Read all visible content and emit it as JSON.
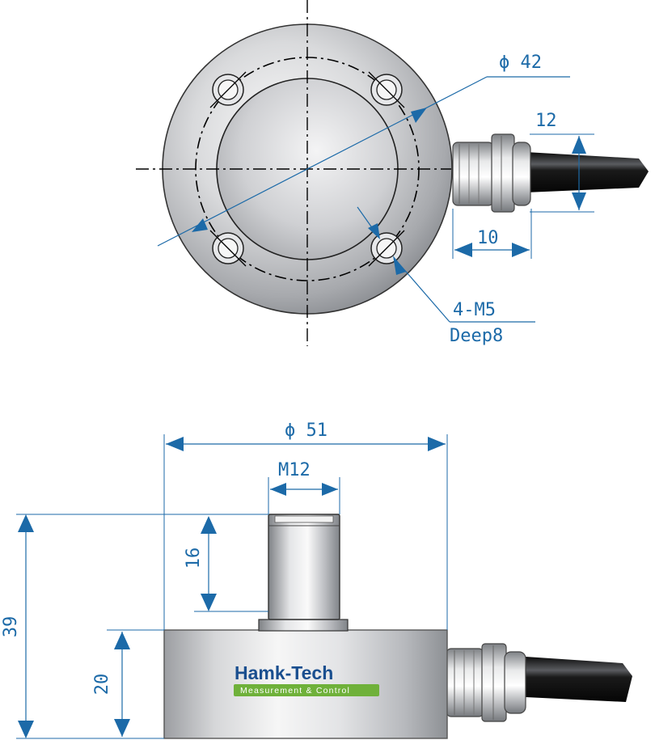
{
  "top_view": {
    "dim_bolt_circle": "ϕ 42",
    "dim_cable_dia": "12",
    "dim_gland_len": "10",
    "dim_thread_spec": "4-M5",
    "dim_thread_depth": "Deep8"
  },
  "side_view": {
    "dim_body_dia": "ϕ 51",
    "dim_stud_thread": "M12",
    "dim_stud_height": "16",
    "dim_total_height": "39",
    "dim_body_height": "20",
    "brand_name": "Hamk-Tech",
    "brand_tagline": "Measurement & Control"
  },
  "colors": {
    "dimension": "#1c6aa8",
    "brand_blue": "#1a4f8f",
    "brand_green": "#6fb13a"
  }
}
